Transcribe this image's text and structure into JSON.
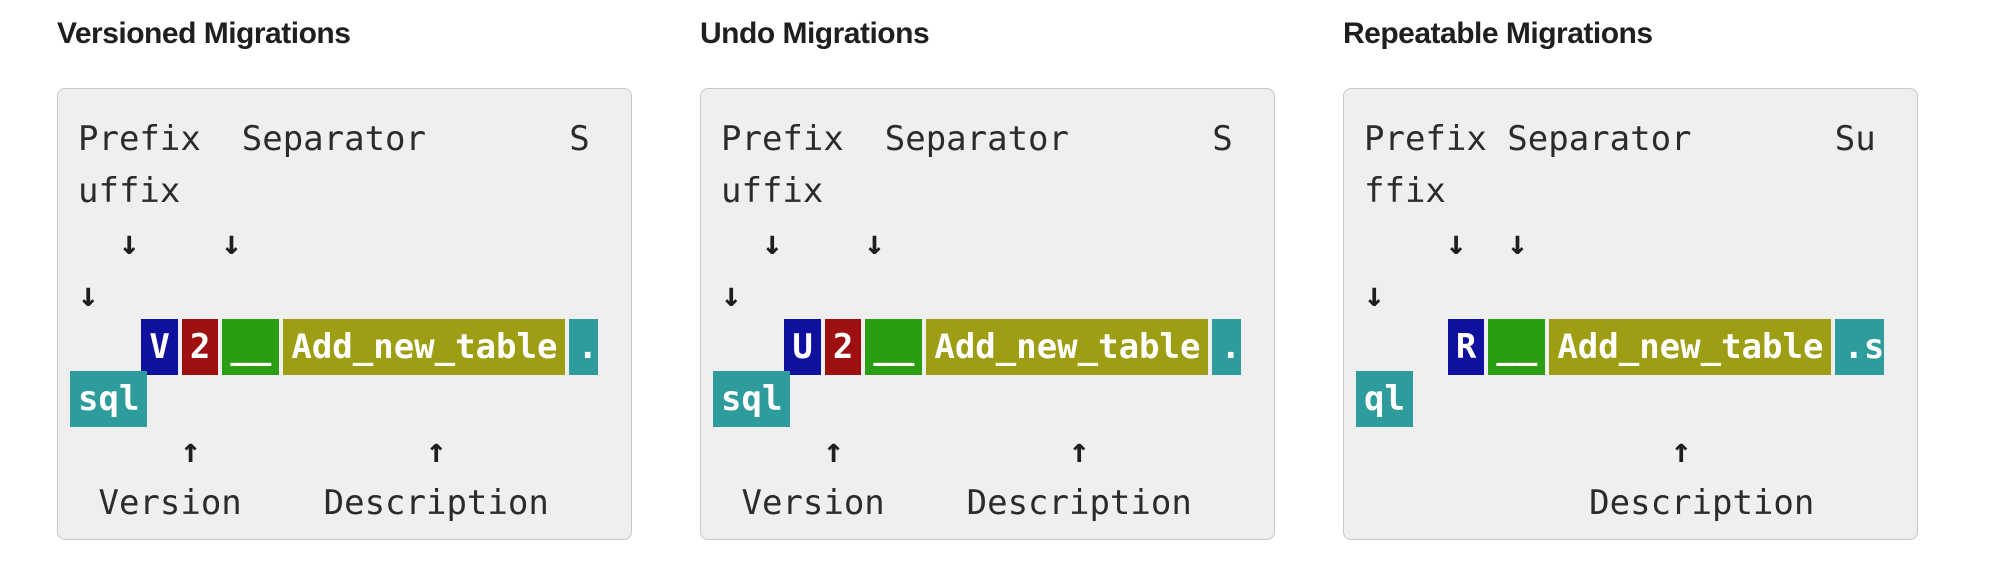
{
  "colors": {
    "prefix": "#10109E",
    "version": "#9E1010",
    "separator": "#2A9E10",
    "description": "#9E9E15",
    "suffix": "#2E9C9C",
    "panel_bg": "#EFEFEF",
    "panel_border": "#C9C9C9"
  },
  "panels": [
    {
      "title": "Versioned Migrations",
      "top_labels_line1": "Prefix  Separator       S",
      "top_labels_line2": "uffix",
      "down_arrows_row1": "  ↓    ↓",
      "down_arrows_row2": "↓",
      "filename_indent": "   ",
      "segments": {
        "prefix": "V",
        "version": "2",
        "separator": "__",
        "description": "Add_new_table",
        "suffix_start": "."
      },
      "suffix_wrapped": "sql",
      "up_arrows_row": "     ↑           ↑",
      "bottom_labels": " Version    Description"
    },
    {
      "title": "Undo Migrations",
      "top_labels_line1": "Prefix  Separator       S",
      "top_labels_line2": "uffix",
      "down_arrows_row1": "  ↓    ↓",
      "down_arrows_row2": "↓",
      "filename_indent": "   ",
      "segments": {
        "prefix": "U",
        "version": "2",
        "separator": "__",
        "description": "Add_new_table",
        "suffix_start": "."
      },
      "suffix_wrapped": "sql",
      "up_arrows_row": "     ↑           ↑",
      "bottom_labels": " Version    Description"
    },
    {
      "title": "Repeatable Migrations",
      "top_labels_line1": "Prefix Separator       Su",
      "top_labels_line2": "ffix",
      "down_arrows_row1": "    ↓  ↓",
      "down_arrows_row2": "↓",
      "filename_indent": "    ",
      "segments": {
        "prefix": "R",
        "separator": "__",
        "description": "Add_new_table",
        "suffix_start": ".s"
      },
      "suffix_wrapped": "ql",
      "up_arrows_row": "               ↑",
      "bottom_labels": "           Description"
    }
  ]
}
